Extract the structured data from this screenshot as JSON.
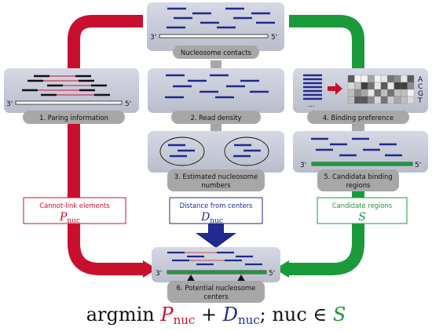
{
  "nodes": {
    "nucleosome_contacts": "Nucleosome contacts",
    "paring_information": "1. Paring information",
    "read_density": "2. Read density",
    "binding_preference": "4. Binding preference",
    "estimated_numbers_1": "3. Estimated nucleosome",
    "estimated_numbers_2": "numbers",
    "candidate_binding_1": "5. Candidata binding",
    "candidate_binding_2": "regions",
    "potential_centers_1": "6. Potential nucleosome",
    "potential_centers_2": "centers"
  },
  "strand_labels": {
    "three_prime": "3'",
    "five_prime": "5'"
  },
  "ellipsis": "...",
  "bases": [
    "A",
    "C",
    "G",
    "T"
  ],
  "terms": {
    "cannot_link": "Cannot-link elements",
    "p_nuc": "P",
    "distance": "Distance from centers",
    "d_nuc": "D",
    "candidate_regions": "Candidate regions",
    "s": "S",
    "subscript": "nuc"
  },
  "formula": {
    "argmin": "argmin",
    "p": "P",
    "plus": "+",
    "d": "D",
    "sub": "nuc",
    "sep": ";",
    "nuc": "nuc",
    "in": "∈",
    "s": "S"
  },
  "colors": {
    "red": "#c8102e",
    "blue": "#1f2a8f",
    "green": "#1a9a3a",
    "panel": "#c9cdd9",
    "label_pill": "#a7a7a7"
  }
}
